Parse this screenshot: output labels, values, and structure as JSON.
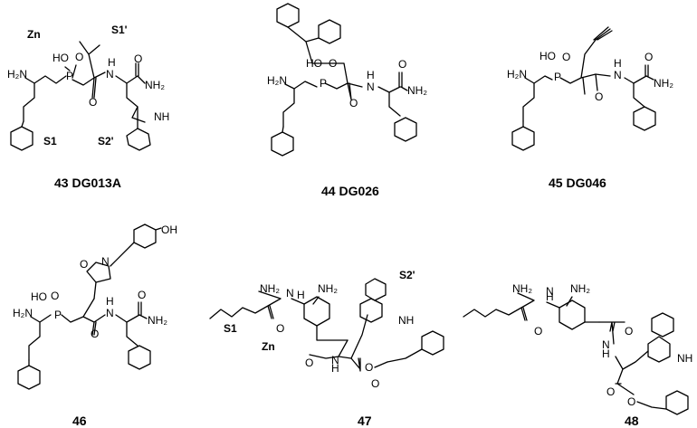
{
  "compounds": [
    {
      "id": "43",
      "caption": "43 DG013A"
    },
    {
      "id": "44",
      "caption": "44 DG026"
    },
    {
      "id": "45",
      "caption": "45 DG046"
    },
    {
      "id": "46",
      "caption": "46"
    },
    {
      "id": "47",
      "caption": "47"
    },
    {
      "id": "48",
      "caption": "48"
    }
  ],
  "pocket_labels": {
    "zn": "Zn",
    "s1": "S1",
    "s1_prime": "S1'",
    "s2_prime": "S2'"
  },
  "atoms": {
    "h2n": "H₂N",
    "ho": "HO",
    "p": "P",
    "o": "O",
    "n": "N",
    "h": "H",
    "nh": "NH",
    "nh2": "NH₂",
    "oh": "OH"
  }
}
